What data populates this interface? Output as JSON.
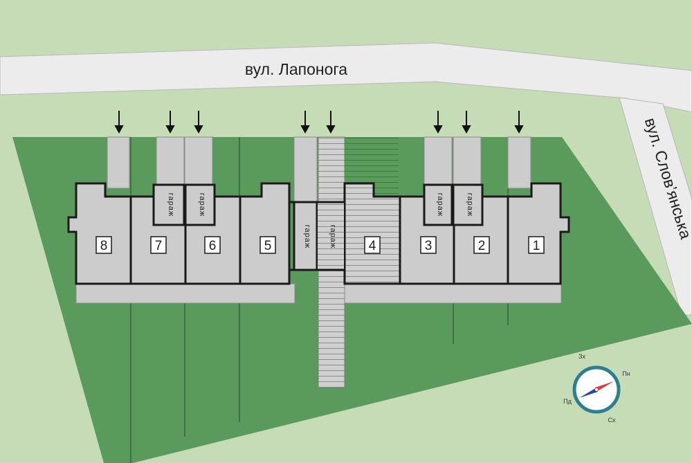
{
  "streets": {
    "north": "вул. Лапонога",
    "east": "вул. Слов’янська"
  },
  "garage_label": "гараж",
  "units": [
    "1",
    "2",
    "3",
    "4",
    "5",
    "6",
    "7",
    "8"
  ],
  "compass": {
    "north": "Пн",
    "south": "Пд",
    "east": "Сх",
    "west": "Зх"
  },
  "colors": {
    "background": "#c5dcb6",
    "lawn": "#5a9a5c",
    "street": "#ececec",
    "building": "#cccccc",
    "outline": "#1a1a1a",
    "compass_ring": "#2d7f8f",
    "compass_north": "#e03a3a",
    "compass_south": "#2446a8"
  }
}
